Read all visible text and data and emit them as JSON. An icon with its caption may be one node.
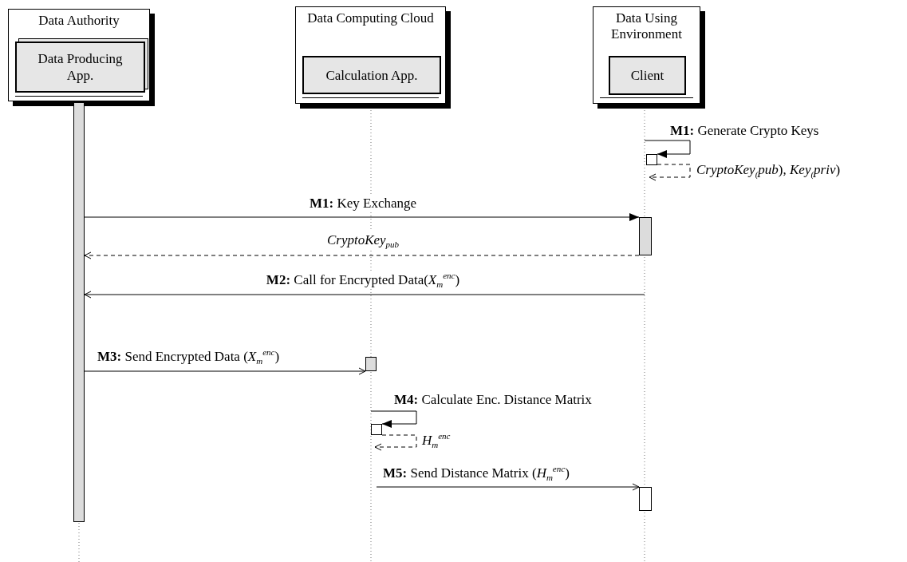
{
  "diagram": {
    "nodes": [
      {
        "text": [
          "Data Authority"
        ]
      },
      {
        "text": [
          "Data Producing App."
        ],
        "in": 0
      },
      {
        "text": [
          "Data Computing Cloud"
        ]
      },
      {
        "text": [
          "Calculation App."
        ],
        "in": 2
      },
      {
        "text": [
          "Data Using Environment"
        ]
      },
      {
        "text": [
          "Client"
        ],
        "in": 4
      },
      {
        "text": [],
        "shape": "bar"
      },
      {
        "text": [],
        "shape": "box"
      },
      {
        "text": [],
        "shape": "bar"
      },
      {
        "text": [],
        "shape": "bar"
      },
      {
        "text": [],
        "shape": "box"
      },
      {
        "text": [],
        "shape": "box"
      }
    ],
    "edges": [
      {
        "from": null,
        "to": 7,
        "arrow": "to",
        "label": "**M1:** Generate Crypto Keys"
      },
      {
        "from": 7,
        "to": null,
        "arrow": "to",
        "style": "dashed",
        "label": "*CryptoKey*$_{(}$*pub*), *Key*$_{(}$*priv*)"
      },
      {
        "from": 6,
        "to": 8,
        "arrow": "to",
        "label": "**M1:** Key Exchange"
      },
      {
        "from": 8,
        "to": 6,
        "arrow": "to",
        "style": "dashed",
        "label": "*CryptoKey*$_{pub}$"
      },
      {
        "from": null,
        "to": 6,
        "arrow": "to",
        "label": "**M2:** Call for Encrypted Data(*X*$_{m}$$^{enc}$)"
      },
      {
        "from": 6,
        "to": 9,
        "arrow": "to",
        "label": "**M3:** Send Encrypted Data (*X*$_{m}$$^{enc}$)"
      },
      {
        "from": null,
        "to": 10,
        "arrow": "to",
        "label": "**M4:** Calculate Enc. Distance Matrix"
      },
      {
        "from": 10,
        "to": null,
        "arrow": "to",
        "style": "dashed",
        "label": "*H*$_{m}$$^{enc}$"
      },
      {
        "from": null,
        "to": 11,
        "arrow": "to",
        "label": "**M5:** Send Distance Matrix (*H*$_{m}$$^{enc}$)"
      }
    ]
  }
}
